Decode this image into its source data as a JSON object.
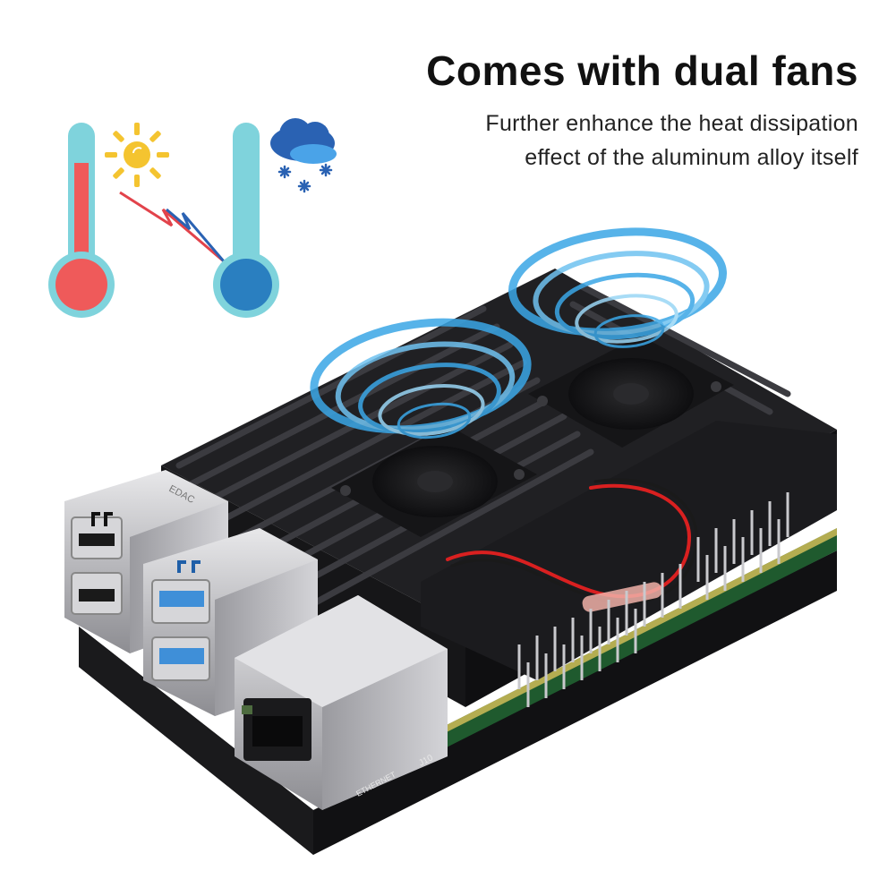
{
  "headline": "Comes with dual fans",
  "subtitle_lines": [
    "Further enhance the heat dissipation",
    "effect of the aluminum alloy itself"
  ],
  "icons": {
    "hot_thermometer": "thermometer-hot-icon",
    "sun": "sun-icon",
    "lightning": "lightning-bolt-icon",
    "cold_thermometer": "thermometer-cold-icon",
    "snow_cloud": "snow-cloud-icon"
  },
  "product_markings": {
    "usb_label": "EDAC",
    "port_label": "J10",
    "ethernet_label": "ETHERNET"
  },
  "colors": {
    "hot_red": "#ef5a5a",
    "cold_blue": "#2a7fc0",
    "thermo_tube": "#7fd3dc",
    "airflow_blue": "#3aa6e6",
    "case_black": "#1c1c1e",
    "pcb_green": "#1f5a2e"
  }
}
